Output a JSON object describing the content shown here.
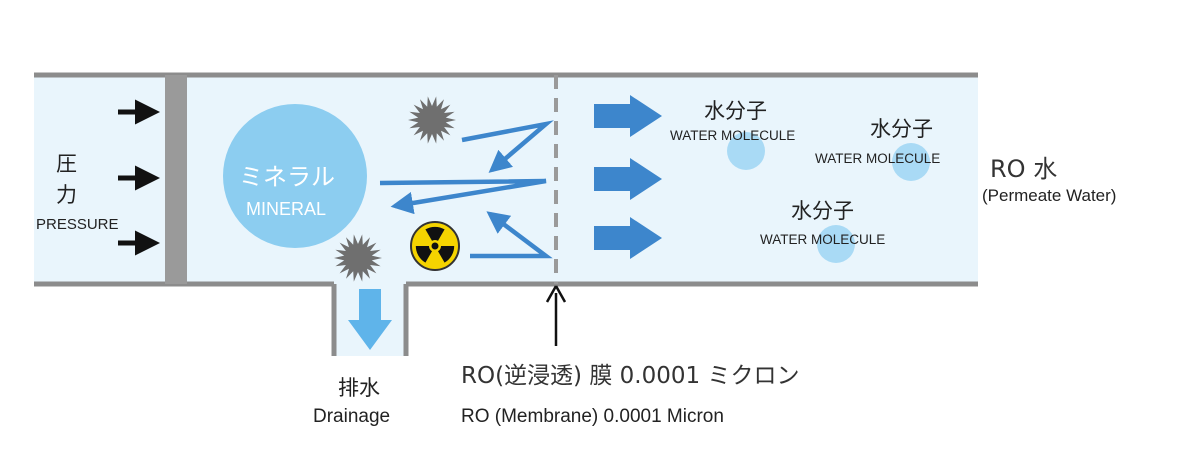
{
  "inlet": {
    "pressure_jp_line1": "圧",
    "pressure_jp_line2": "力",
    "pressure_en": "PRESSURE"
  },
  "mineral": {
    "label_jp": "ミネラル",
    "label_en": "MINERAL"
  },
  "molecules": [
    {
      "label_jp": "水分子",
      "label_en": "WATER MOLECULE"
    },
    {
      "label_jp": "水分子",
      "label_en": "WATER MOLECULE"
    },
    {
      "label_jp": "水分子",
      "label_en": "WATER MOLECULE"
    }
  ],
  "outlet": {
    "ro_water_jp": "RO 水",
    "ro_water_en": "(Permeate Water)"
  },
  "drain": {
    "label_jp": "排水",
    "label_en": "Drainage"
  },
  "membrane": {
    "label_jp": "RO(逆浸透) 膜 0.0001 ミクロン",
    "label_en": "RO (Membrane) 0.0001 Micron"
  },
  "icons": [
    "right-arrow-icon",
    "contaminant-icon",
    "radiation-icon",
    "flow-arrow-icon"
  ],
  "colors": {
    "pipe_fill": "#e9f5fc",
    "pipe_wall": "#8c8c8c",
    "mineral": "#8ccdf0",
    "molecule": "#a9daf5",
    "flow_arrow": "#3d86cc",
    "drain_arrow": "#5fb4ea",
    "contaminant": "#6f6f6f",
    "radiation_bg": "#f5d400"
  }
}
